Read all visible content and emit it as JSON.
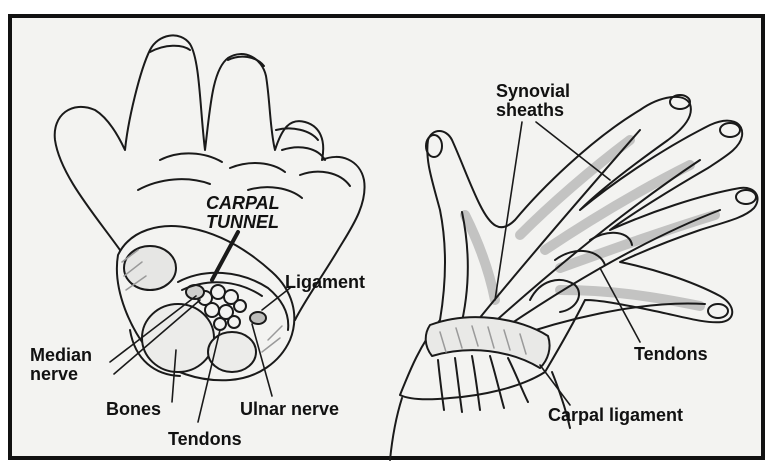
{
  "labels": {
    "carpal_tunnel": [
      "CARPAL",
      "TUNNEL"
    ],
    "ligament": "Ligament",
    "median_nerve": [
      "Median",
      "nerve"
    ],
    "bones": "Bones",
    "ulnar_nerve": "Ulnar nerve",
    "tendons_left": "Tendons",
    "synovial_sheaths": [
      "Synovial",
      "sheaths"
    ],
    "tendons_right": "Tendons",
    "carpal_ligament": "Carpal ligament"
  },
  "colors": {
    "frame_border": "#111111",
    "background": "#f3f3f1",
    "outline": "#1a1a1a",
    "shading": "#9a9a9a"
  }
}
